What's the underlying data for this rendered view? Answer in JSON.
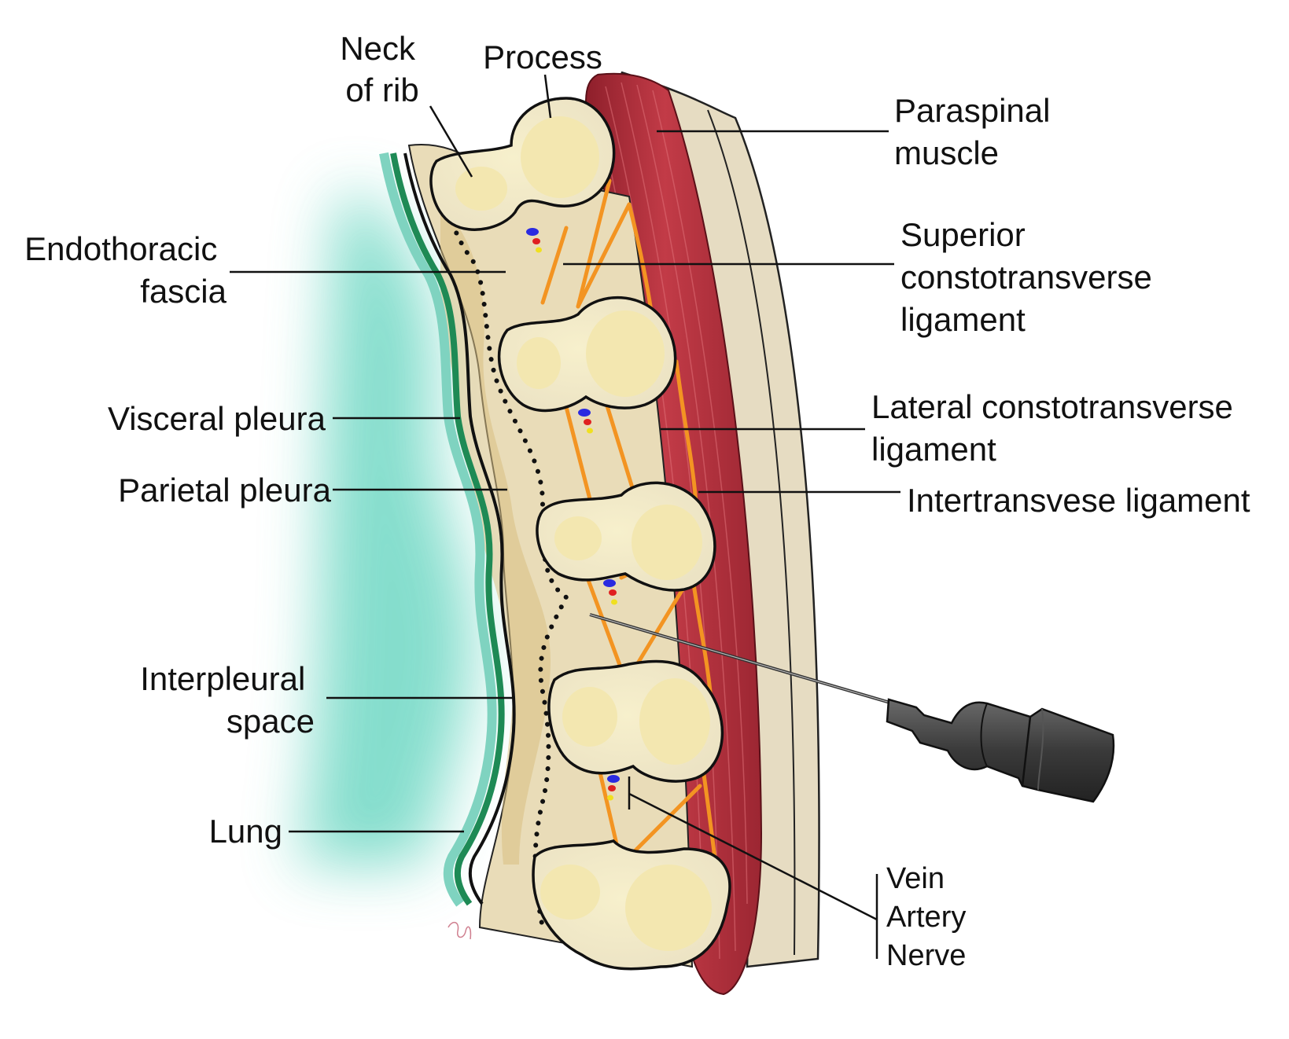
{
  "labels": {
    "neck_of_rib": [
      "Neck",
      "of rib"
    ],
    "process": "Process",
    "paraspinal_muscle": [
      "Paraspinal",
      "muscle"
    ],
    "endothoracic_fascia": [
      "Endothoracic",
      "fascia"
    ],
    "superior_ligament": [
      "Superior",
      "constotransverse",
      "ligament"
    ],
    "visceral_pleura": "Visceral pleura",
    "lateral_ligament": [
      "Lateral constotransverse",
      "ligament"
    ],
    "parietal_pleura": "Parietal pleura",
    "intertransverse_ligament": "Intertransvese ligament",
    "interpleural_space": [
      "Interpleural",
      "space"
    ],
    "lung": "Lung",
    "vessels": [
      "Vein",
      "Artery",
      "Nerve"
    ]
  },
  "colors": {
    "lung_glow": "#6fd8c4",
    "pleura_dark": "#1e8a55",
    "pleura_light": "#7fd3c0",
    "fascia": "#e9dcb8",
    "fascia_shade": "#d8bf82",
    "bone": "#f3edd2",
    "bone_core": "#f3e7b0",
    "muscle": "#b0303c",
    "muscle_light": "#d2505c",
    "skin": "#e6dcc2",
    "ligament": "#f39422",
    "vein": "#2a2ae0",
    "artery": "#e02020",
    "nerve": "#f0e020",
    "needle": "#3a3a3a"
  }
}
